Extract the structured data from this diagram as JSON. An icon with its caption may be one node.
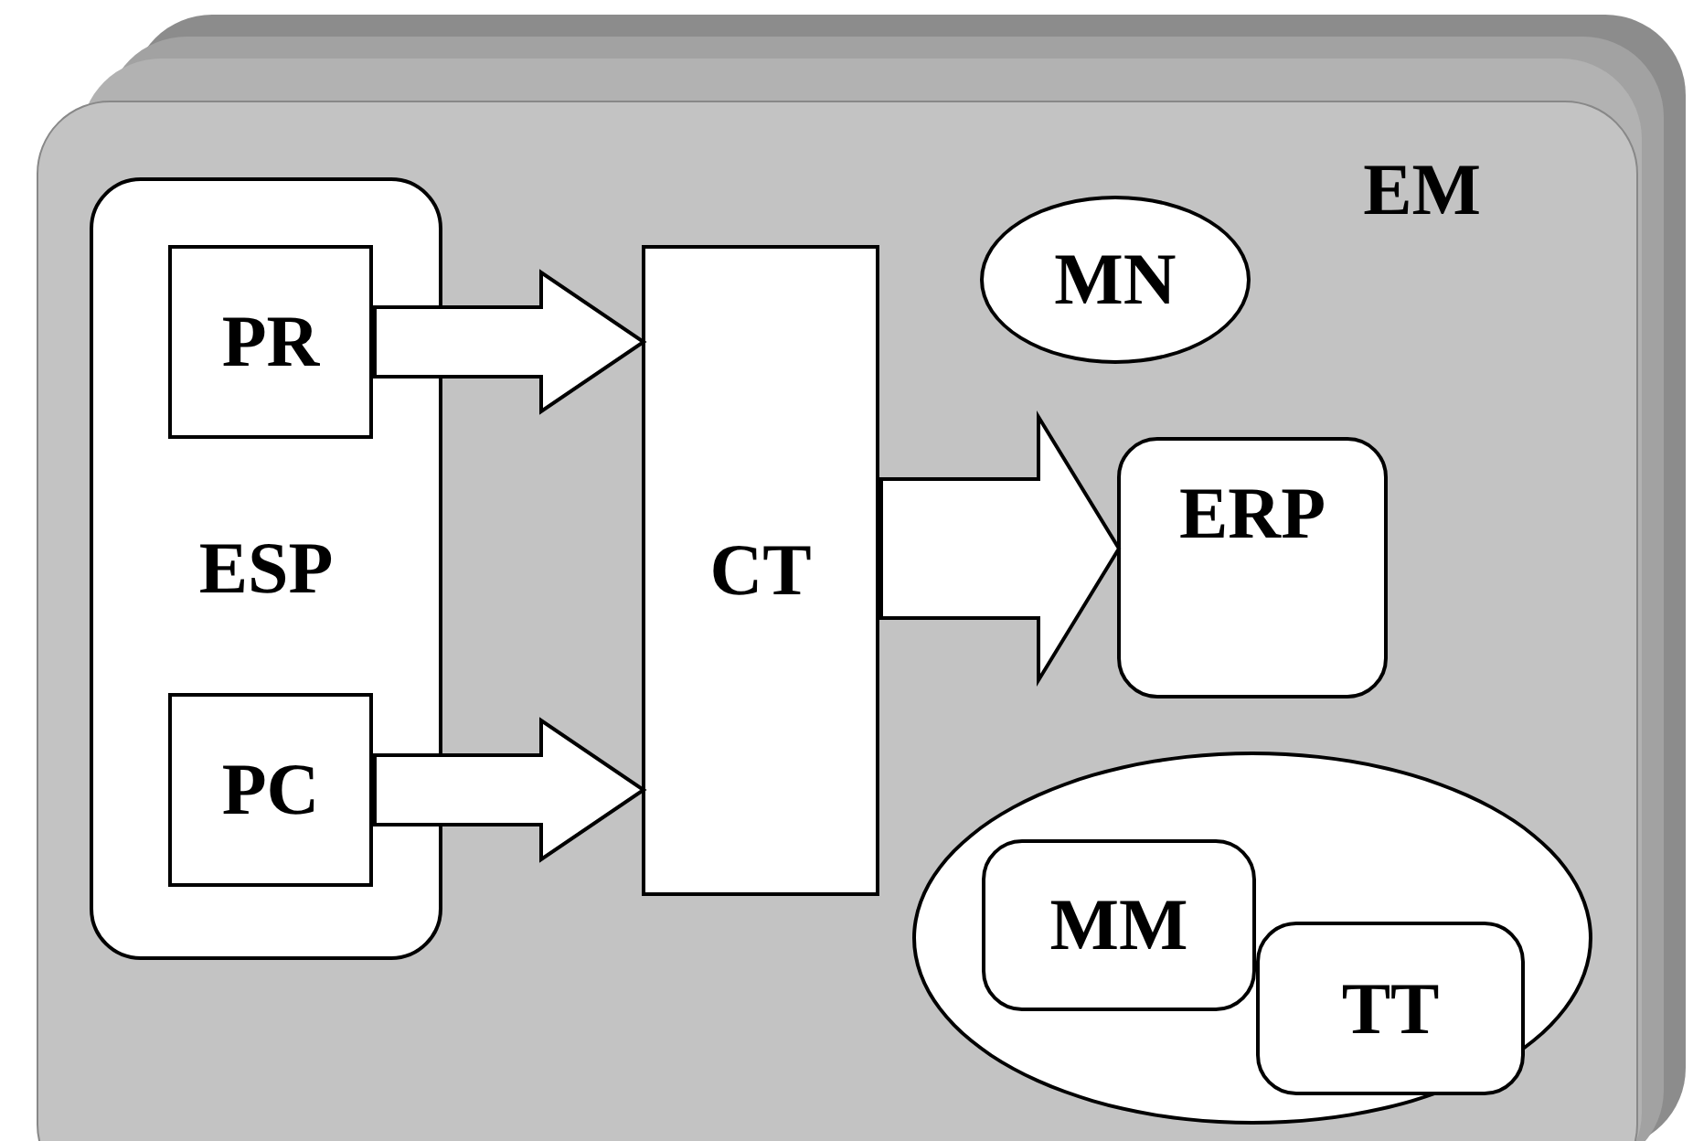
{
  "diagram": {
    "nodes": [
      {
        "text": [
          "EM"
        ]
      },
      {
        "text": [
          "ESP"
        ],
        "in": 0
      },
      {
        "text": [
          "PR"
        ],
        "in": 1
      },
      {
        "text": [
          "PC"
        ],
        "in": 1
      },
      {
        "text": [
          "CT"
        ],
        "in": 0
      },
      {
        "text": [
          "MN"
        ],
        "in": 0
      },
      {
        "text": [
          "ERP"
        ],
        "in": 0
      },
      {
        "text": [],
        "shape": "ellipse",
        "in": 0
      },
      {
        "text": [
          "MM"
        ],
        "in": 7
      },
      {
        "text": [
          "TT"
        ],
        "in": 7
      }
    ],
    "edges": [
      {
        "from": 2,
        "to": 4,
        "arrow": "to",
        "style": "thick"
      },
      {
        "from": 3,
        "to": 4,
        "arrow": "to",
        "style": "thick"
      },
      {
        "from": 4,
        "to": 6,
        "arrow": "to",
        "style": "thick"
      }
    ]
  }
}
